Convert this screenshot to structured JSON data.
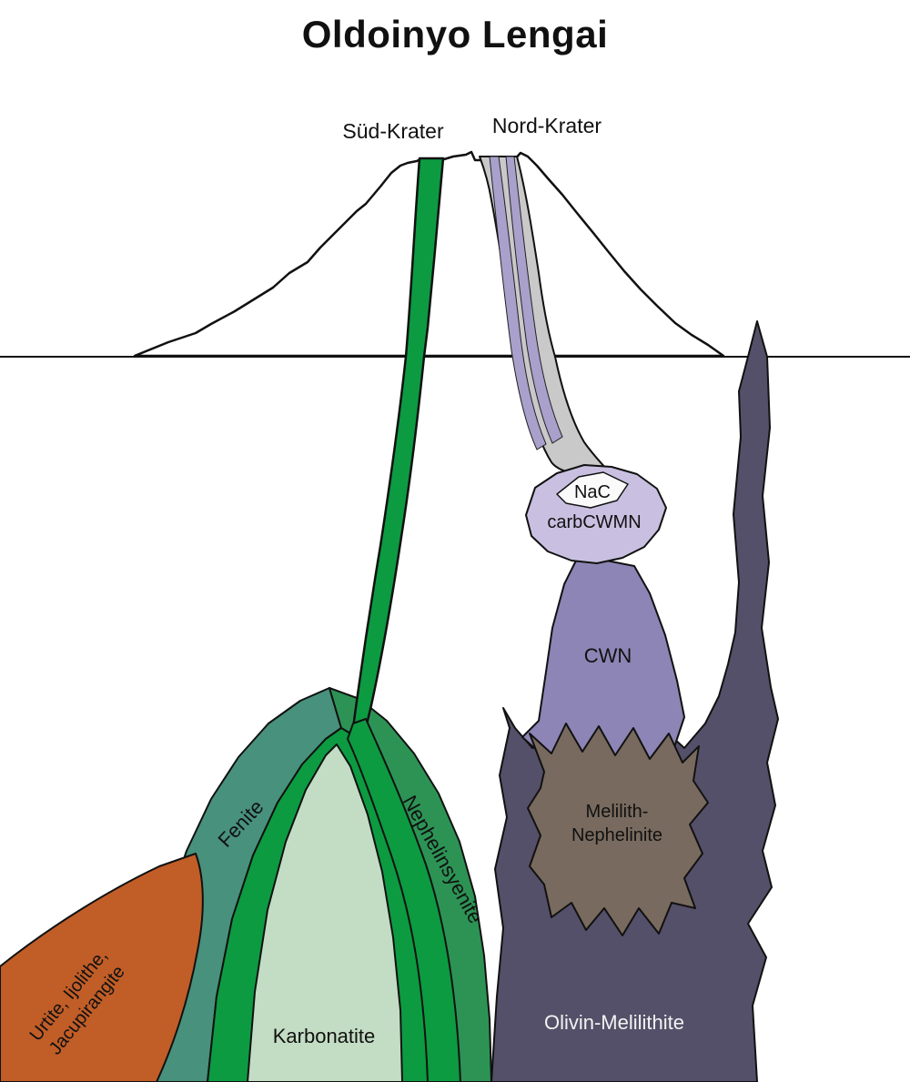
{
  "title": "Oldoinyo Lengai",
  "craters": {
    "sud": "Süd-Krater",
    "nord": "Nord-Krater"
  },
  "regions": {
    "nac": "NaC",
    "carbcwmn": "carbCWMN",
    "cwn": "CWN",
    "melilith": {
      "line1": "Melilith-",
      "line2": "Nephelinite"
    },
    "fenite": "Fenite",
    "nephelinsyenite": "Nephelinsyenite",
    "karbonatite": "Karbonatite",
    "urtite": {
      "line1": "Urtite, Ijolithe,",
      "line2": "Jacupirangite"
    },
    "olivin_melilithite": "Olivin-Melilithite"
  },
  "colors": {
    "green_conduit": "#0c9b41",
    "fenite_teal": "#48917c",
    "nephelinsyenite_green": "#2d9355",
    "karbonatite_pale": "#c3ddc4",
    "urtite_orange": "#c15d27",
    "olivin_slate": "#555069",
    "cwn_purple": "#8d85b5",
    "carbcwmn_lavender": "#c9c0e1",
    "nac_white": "#fafafa",
    "conduit_gray": "#c9c9c9",
    "conduit_lilac": "#a9a0cc",
    "melilith_brown": "#786a5e",
    "outline": "#111111",
    "label_dark": "#111111",
    "label_light": "#f2f2f2"
  }
}
